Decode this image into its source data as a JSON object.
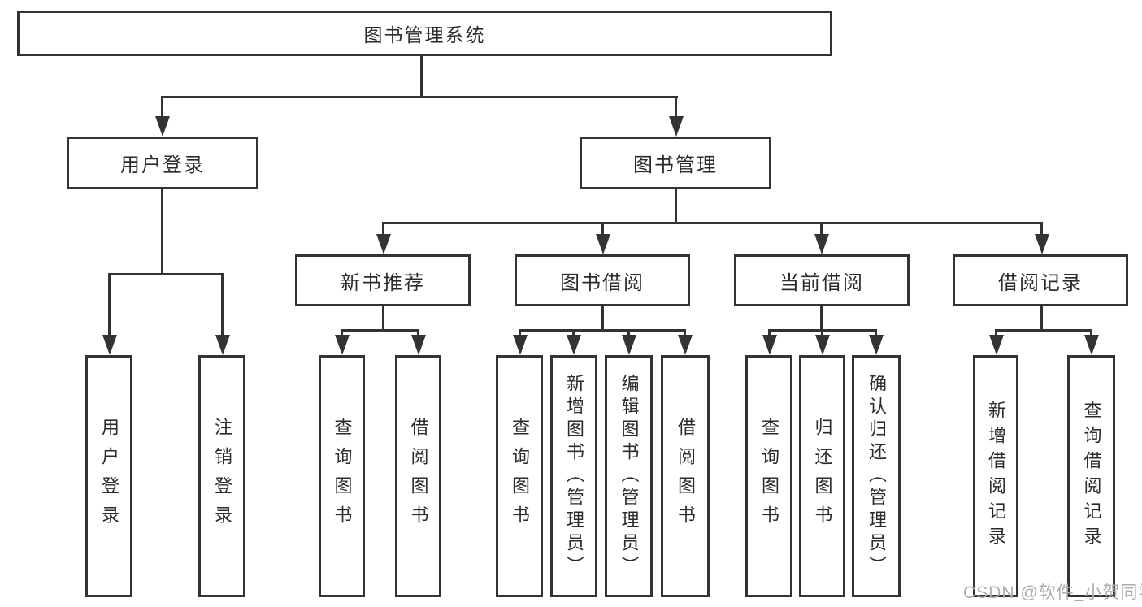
{
  "tree": {
    "label": "图书管理系统",
    "children": [
      {
        "label": "用户登录",
        "children": [
          {
            "label": "用户登录"
          },
          {
            "label": "注销登录"
          }
        ]
      },
      {
        "label": "图书管理",
        "children": [
          {
            "label": "新书推荐",
            "children": [
              {
                "label": "查询图书"
              },
              {
                "label": "借阅图书"
              }
            ]
          },
          {
            "label": "图书借阅",
            "children": [
              {
                "label": "查询图书"
              },
              {
                "label": "新增图书（管理员）"
              },
              {
                "label": "编辑图书（管理员）"
              },
              {
                "label": "借阅图书"
              }
            ]
          },
          {
            "label": "当前借阅",
            "children": [
              {
                "label": "查询图书"
              },
              {
                "label": "归还图书"
              },
              {
                "label": "确认归还（管理员）"
              }
            ]
          },
          {
            "label": "借阅记录",
            "children": [
              {
                "label": "新增借阅记录"
              },
              {
                "label": "查询借阅记录"
              }
            ]
          }
        ]
      }
    ]
  },
  "watermark": {
    "text": "CSDN @软件_小贺同学"
  },
  "colors": {
    "line": "#333333",
    "box_border": "#333333",
    "text": "#2b2b2b",
    "watermark": "#adadad",
    "background": "#ffffff"
  }
}
